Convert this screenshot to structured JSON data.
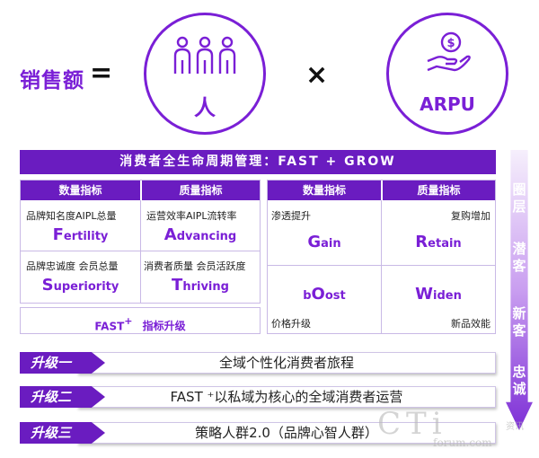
{
  "formula": {
    "label": "销售额",
    "equals": "=",
    "times": "×",
    "person": "人",
    "arpu": "ARPU"
  },
  "banner": "消费者全生命周期管理：FAST + GROW",
  "fast": {
    "col1_header": "数量指标",
    "col2_header": "质量指标",
    "cells": [
      {
        "desc": "品牌知名度AIPL总量",
        "initial": "F",
        "rest": "ertility"
      },
      {
        "desc": "运营效率AIPL流转率",
        "initial": "A",
        "rest": "dvancing"
      },
      {
        "desc": "品牌忠诚度 会员总量",
        "initial": "S",
        "rest": "uperiority"
      },
      {
        "desc": "消费者质量 会员活跃度",
        "initial": "T",
        "rest": "hriving"
      }
    ],
    "upgrade": "FAST",
    "upgrade_sup": "+",
    "upgrade_suffix": "指标升级"
  },
  "grow": {
    "col1_header": "数量指标",
    "col2_header": "质量指标",
    "cells": [
      {
        "desc": "渗透提升",
        "initial": "G",
        "rest": "ain"
      },
      {
        "desc": "复购增加",
        "initial": "R",
        "rest": "etain"
      },
      {
        "desc": "价格升级",
        "pre": "b",
        "initial": "O",
        "rest": "ost"
      },
      {
        "desc": "新品效能",
        "initial": "W",
        "rest": "iden"
      }
    ]
  },
  "upgrades": [
    {
      "tag": "升级一",
      "text": "全域个性化消费者旅程"
    },
    {
      "tag": "升级二",
      "text": "FAST ⁺以私域为核心的全域消费者运营"
    },
    {
      "tag": "升级三",
      "text": "策略人群2.0（品牌心智人群）"
    }
  ],
  "side_labels": [
    "圈层",
    "潜客",
    "新客",
    "忠诚"
  ],
  "watermark": {
    "main": "CTi",
    "sub": "forum.com",
    "corner": "资讯"
  },
  "colors": {
    "accent": "#7a1fd6",
    "header": "#6a1cc0"
  }
}
